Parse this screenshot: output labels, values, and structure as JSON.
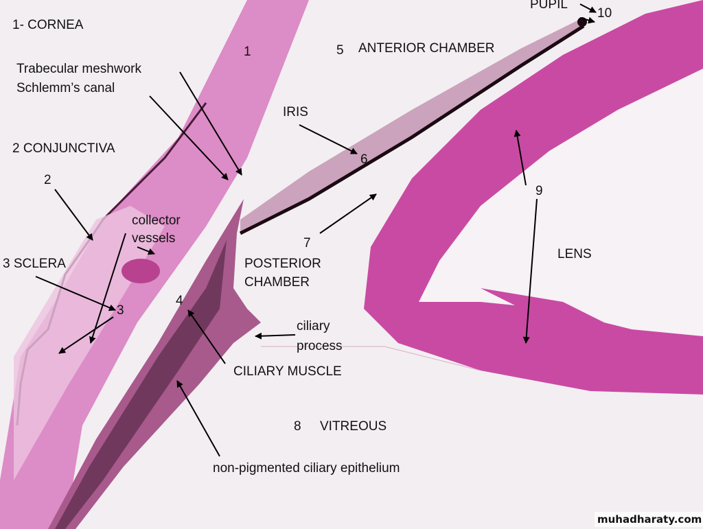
{
  "labels": {
    "cornea_title": "1- CORNEA",
    "cornea_num": "1",
    "anterior_num": "5",
    "anterior_chamber": "ANTERIOR CHAMBER",
    "pupil": "PUPIL",
    "pupil_num": "10",
    "trabecular": "Trabecular meshwork",
    "schlemm": "Schlemm’s canal",
    "iris": "IRIS",
    "conjunctiva": "2 CONJUNCTIVA",
    "iris_num": "6",
    "conjunctiva_num": "2",
    "lens_num": "9",
    "collector": "collector",
    "vessels": "vessels",
    "posterior_num": "7",
    "lens": "LENS",
    "sclera": "3 SCLERA",
    "posterior": "POSTERIOR",
    "chamber": "CHAMBER",
    "sclera_num": "3",
    "ciliary_muscle_num": "4",
    "ciliary": "ciliary",
    "process": "process",
    "ciliary_muscle": "CILIARY MUSCLE",
    "vitreous_num": "8",
    "vitreous": "VITREOUS",
    "epithelium": "non-pigmented ciliary epithelium"
  },
  "watermark": "muhadharaty.com",
  "colors": {
    "tissue": "#d27bbd",
    "lens": "#c9409f",
    "pigment": "#2a1020"
  }
}
